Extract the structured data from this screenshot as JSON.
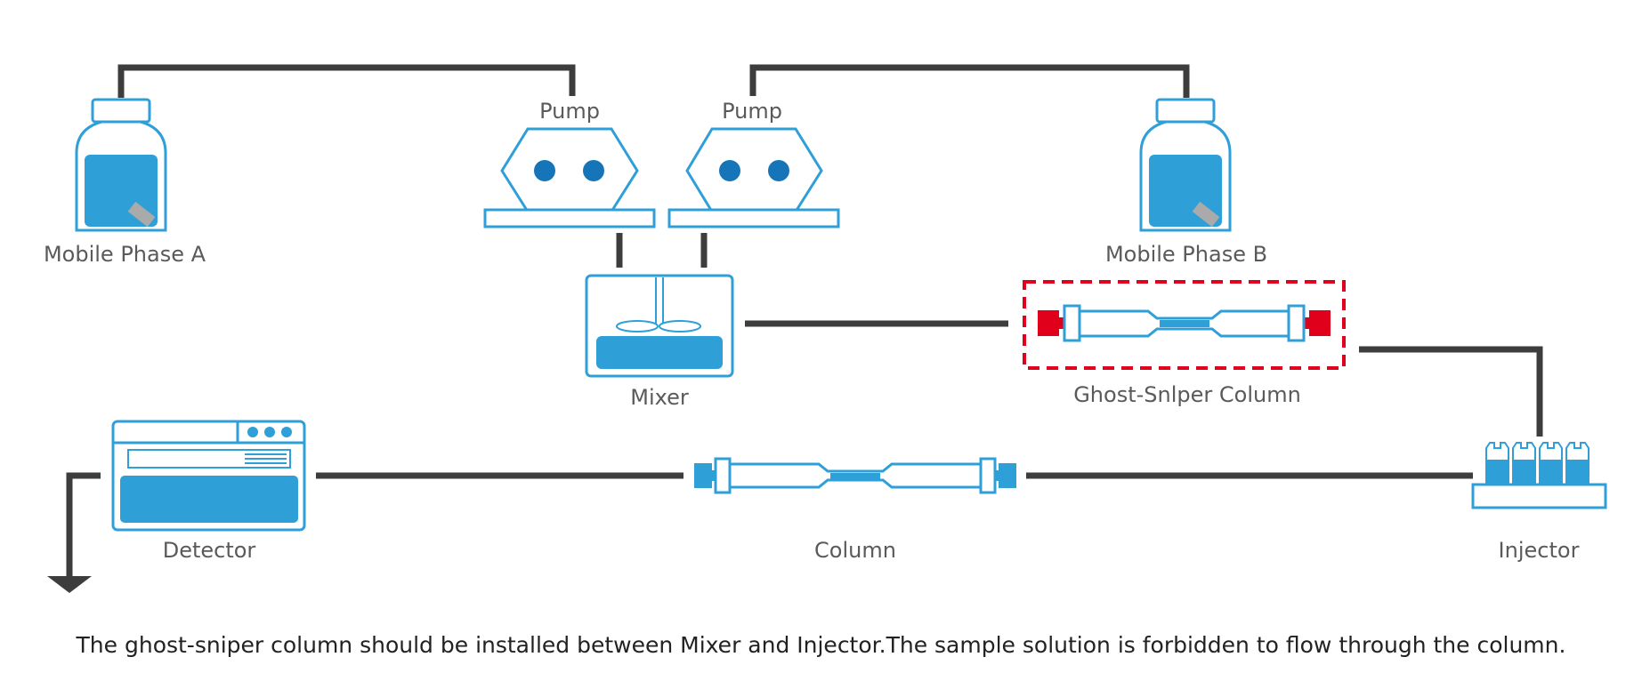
{
  "labels": {
    "mobile_phase_a": "Mobile Phase A",
    "pump_left": "Pump",
    "pump_right": "Pump",
    "mobile_phase_b": "Mobile Phase B",
    "mixer": "Mixer",
    "ghost_sniper_column": "Ghost-Snlper Column",
    "detector": "Detector",
    "column": "Column",
    "injector": "Injector"
  },
  "caption": "The ghost-sniper column should be installed between Mixer and Injector.The sample solution is forbidden to flow through the column.",
  "colors": {
    "component_blue": "#2f9fd8",
    "pump_dot_blue": "#1675b8",
    "tubing": "#3d3d3d",
    "highlight_red": "#e0001b",
    "fitting_gray": "#aaaaaa"
  },
  "icons": [
    "bottle-icon",
    "pump-icon",
    "mixer-icon",
    "detector-icon",
    "column-icon",
    "injector-icon",
    "flow-arrow-icon"
  ]
}
